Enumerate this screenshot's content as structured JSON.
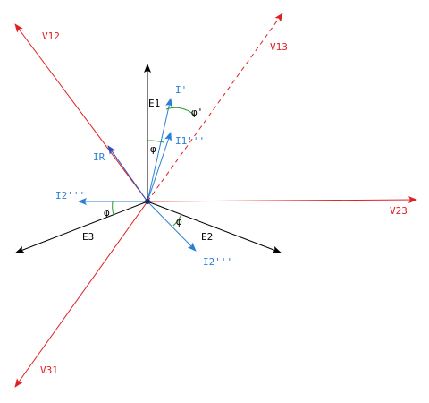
{
  "labels": {
    "v12": "V12",
    "v13": "V13",
    "v23": "V23",
    "v31": "V31",
    "e1": "E1",
    "e2": "E2",
    "e3": "E3",
    "i_prime": "I'",
    "i1_triple": "I1'''",
    "ir": "IR",
    "i2_triple_left": "I2'''",
    "i2_triple_right": "I2'''",
    "phi_prime": "φ'",
    "phi_upper": "φ",
    "phi_left": "φ",
    "phi_right": "φ"
  },
  "colors": {
    "voltage": "#e02020",
    "current": "#2a7fd4",
    "emf": "#000000",
    "angle": "#2a9a2a",
    "ir_vector": "#3050c0",
    "origin": "#1a2a6a"
  }
}
